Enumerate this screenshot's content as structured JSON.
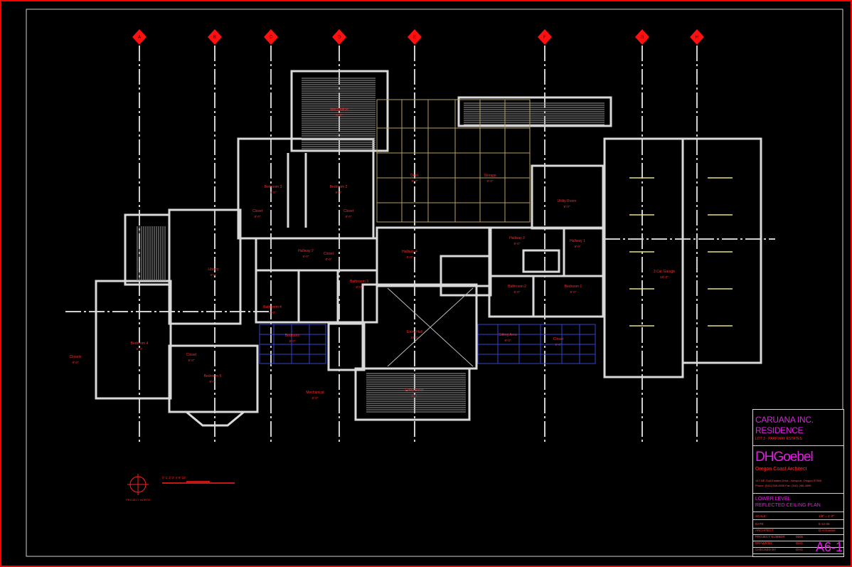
{
  "title_block": {
    "project_line1": "CARUANA INC.",
    "project_line2": "RESIDENCE",
    "project_sub": "LOT 3 - PARKWAY ESTATES",
    "firm_name": "DHGoebel",
    "firm_tagline": "Oregon Coast Architect",
    "firm_address": "147 NE Gulf Estates Drive - Newport, Oregon 97365",
    "firm_phone": "Phone: (541) 265-4505  Fax: (541) 265-4595",
    "sheet_title_1": "LOWER LEVEL",
    "sheet_title_2": "REFLECTED CEILING PLAN",
    "scale_label": "SCALE:",
    "scale_value": "1/8\" = 1'-0\"",
    "meta": [
      {
        "label": "DATE",
        "value": "8-12-05"
      },
      {
        "label": "ARCHITECT",
        "value": "D.H.Goebel"
      },
      {
        "label": "PROJECT NUMBER",
        "value": "0505"
      },
      {
        "label": "DRAWN BY",
        "value": "DHG"
      },
      {
        "label": "CHECKED BY",
        "value": "DHG"
      }
    ],
    "sheet_number": "A6-1"
  },
  "grid_bubbles": [
    "A",
    "B",
    "C",
    "D",
    "E",
    "F",
    "G",
    "H"
  ],
  "rooms": [
    {
      "name": "Mechanical",
      "ceiling": "8'-0\""
    },
    {
      "name": "Bedroom 3",
      "ceiling": "9'-0\""
    },
    {
      "name": "Bedroom 2",
      "ceiling": "9'-0\""
    },
    {
      "name": "Closet",
      "ceiling": "8'-0\""
    },
    {
      "name": "Closet",
      "ceiling": "8'-0\""
    },
    {
      "name": "Hallway 2",
      "ceiling": "9'-0\""
    },
    {
      "name": "Closet",
      "ceiling": "8'-0\""
    },
    {
      "name": "Library",
      "ceiling": "9'-0\""
    },
    {
      "name": "Bathroom 3",
      "ceiling": "8'-0\""
    },
    {
      "name": "Bathroom 4",
      "ceiling": "8'-0\""
    },
    {
      "name": "Hallway 1",
      "ceiling": "9'-0\""
    },
    {
      "name": "Hallway 3",
      "ceiling": "9'-0\""
    },
    {
      "name": "Hallway 4",
      "ceiling": "9'-0\""
    },
    {
      "name": "Utility Room",
      "ceiling": "9'-0\""
    },
    {
      "name": "Bathroom 2",
      "ceiling": "8'-0\""
    },
    {
      "name": "Bedroom 1",
      "ceiling": "9'-0\""
    },
    {
      "name": "Closet",
      "ceiling": "8'-0\""
    },
    {
      "name": "3 Car Garage",
      "ceiling": "10'-0\""
    },
    {
      "name": "Bedroom 4",
      "ceiling": "9'-0\""
    },
    {
      "name": "Bedroom 5",
      "ceiling": "9'-0\""
    },
    {
      "name": "Closet",
      "ceiling": "8'-0\""
    },
    {
      "name": "Closets",
      "ceiling": "8'-0\""
    },
    {
      "name": "Entry Hall",
      "ceiling": "10'-0\""
    },
    {
      "name": "Bedroom",
      "ceiling": "9'-0\""
    },
    {
      "name": "Sitting Area",
      "ceiling": "9'-0\""
    },
    {
      "name": "Mechanical",
      "ceiling": "8'-0\""
    },
    {
      "name": "Entry Porch",
      "ceiling": "9'-0\""
    },
    {
      "name": "Deck",
      "ceiling": "9'-0\""
    },
    {
      "name": "Storage",
      "ceiling": "8'-0\""
    }
  ],
  "north_label": "PROJECT NORTH",
  "scale_bar_label": "0' 1' 2' 3' 4'   8'   16'",
  "colors": {
    "border": "#ff0000",
    "walls": "#d9d9d9",
    "text": "#ff2020",
    "magenta": "#e020e0",
    "grid": "#cccccc"
  }
}
